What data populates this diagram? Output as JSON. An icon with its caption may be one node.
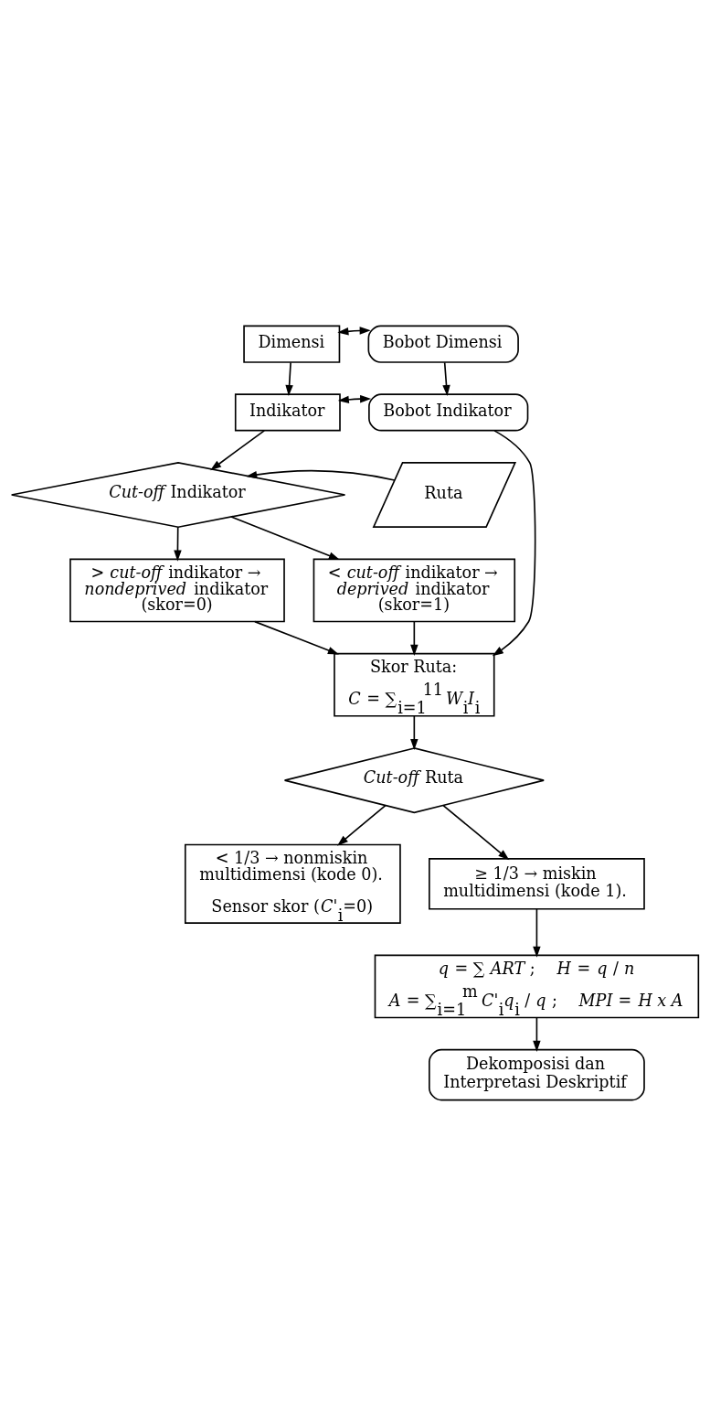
{
  "diagram": {
    "nodes": [
      {
        "text": [
          "Dimensi"
        ]
      },
      {
        "text": [
          "Bobot Dimensi"
        ]
      },
      {
        "text": [
          "Indikator"
        ]
      },
      {
        "text": [
          "Bobot Indikator"
        ]
      },
      {
        "text": [
          "*Cut-off* Indikator"
        ]
      },
      {
        "text": [
          "Ruta"
        ]
      },
      {
        "text": [
          "> *cut-off* indikator → *nondeprived* indikator (skor=0)"
        ]
      },
      {
        "text": [
          "< *cut-off* indikator → *deprived* indikator (skor=1)"
        ]
      },
      {
        "text": [
          "Skor Ruta:",
          "*C* = ∑$_{i=1}$$^{11}$ *W*$_{i}$*I*$_{i}$"
        ]
      },
      {
        "text": [
          "*Cut-off* Ruta"
        ]
      },
      {
        "text": [
          "< 1/3 → nonmiskin multidimensi (kode 0).",
          "Sensor skor (*C'*$_{i}$=0)"
        ]
      },
      {
        "text": [
          "≥ 1/3 → miskin multidimensi (kode 1)."
        ]
      },
      {
        "text": [
          "*q* = ∑ *ART* ;    *H* = *q* / *n*",
          "*A* = ∑$_{i=1}$$^{m}$ *C'*$_{i}$*q*$_{i}$ / *q* ;    *MPI* = *H x A*"
        ]
      },
      {
        "text": [
          "Dekomposisi dan Interpretasi Deskriptif"
        ]
      }
    ],
    "edges": [
      {
        "from": 0,
        "to": 1,
        "arrow": "both"
      },
      {
        "from": 1,
        "to": 3,
        "arrow": "to"
      },
      {
        "from": 0,
        "to": 2,
        "arrow": "to"
      },
      {
        "from": 2,
        "to": 3,
        "arrow": "both"
      },
      {
        "from": 2,
        "to": 4,
        "arrow": "to"
      },
      {
        "from": 5,
        "to": 4,
        "arrow": "to"
      },
      {
        "from": 4,
        "to": 6,
        "arrow": "to"
      },
      {
        "from": 4,
        "to": 7,
        "arrow": "to"
      },
      {
        "from": 6,
        "to": 8,
        "arrow": "to"
      },
      {
        "from": 7,
        "to": 8,
        "arrow": "to"
      },
      {
        "from": 3,
        "to": 8,
        "arrow": "to"
      },
      {
        "from": 8,
        "to": 9,
        "arrow": "to"
      },
      {
        "from": 9,
        "to": 10,
        "arrow": "to"
      },
      {
        "from": 9,
        "to": 11,
        "arrow": "to"
      },
      {
        "from": 11,
        "to": 12,
        "arrow": "to"
      },
      {
        "from": 12,
        "to": 13,
        "arrow": "to"
      }
    ]
  }
}
